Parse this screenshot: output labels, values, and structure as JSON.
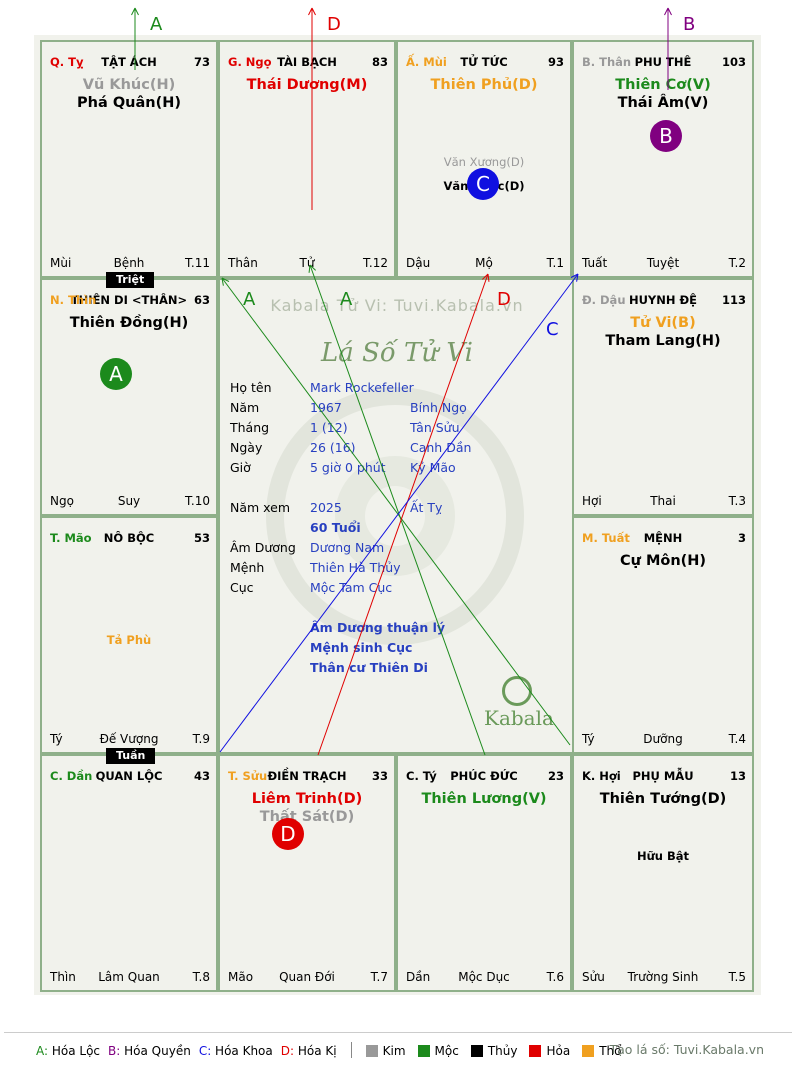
{
  "palaces": [
    {
      "id": "ty",
      "can": "Q. Tỵ",
      "can_color": "#e00000",
      "name": "TẬT ÁCH",
      "num": "73",
      "stars": [
        {
          "t": "Vũ Khúc(H)",
          "c": "#999999"
        },
        {
          "t": "Phá Quân(H)",
          "c": "#000000"
        }
      ],
      "minor": [],
      "bl": "Mùi",
      "bm": "Bệnh",
      "br": "T.11"
    },
    {
      "id": "ngo",
      "can": "G. Ngọ",
      "can_color": "#e00000",
      "name": "TÀI BẠCH",
      "num": "83",
      "stars": [
        {
          "t": "Thái Dương(M)",
          "c": "#e00000"
        }
      ],
      "minor": [],
      "bl": "Thân",
      "bm": "Tử",
      "br": "T.12"
    },
    {
      "id": "mui",
      "can": "Ấ. Mùi",
      "can_color": "#f0a020",
      "name": "TỬ TỨC",
      "num": "93",
      "stars": [
        {
          "t": "Thiên Phủ(D)",
          "c": "#f0a020"
        }
      ],
      "minor": [
        {
          "t": "Văn Xương(D)",
          "c": "#999999"
        },
        {
          "t": "Văn Khúc(D)",
          "c": "#000000"
        }
      ],
      "bl": "Dậu",
      "bm": "Mộ",
      "br": "T.1"
    },
    {
      "id": "than",
      "can": "B. Thân",
      "can_color": "#999999",
      "name": "PHU THÊ",
      "num": "103",
      "stars": [
        {
          "t": "Thiên Cơ(V)",
          "c": "#1c8a1c"
        },
        {
          "t": "Thái Âm(V)",
          "c": "#000000"
        }
      ],
      "minor": [],
      "bl": "Tuất",
      "bm": "Tuyệt",
      "br": "T.2"
    },
    {
      "id": "thin",
      "can": "N. Thìn",
      "can_color": "#f0a020",
      "name": "THIÊN DI <THÂN>",
      "num": "63",
      "stars": [
        {
          "t": "Thiên Đồng(H)",
          "c": "#000000"
        }
      ],
      "minor": [],
      "bl": "Ngọ",
      "bm": "Suy",
      "br": "T.10"
    },
    {
      "id": "dau",
      "can": "Đ. Dậu",
      "can_color": "#999999",
      "name": "HUYNH ĐỆ",
      "num": "113",
      "stars": [
        {
          "t": "Tử Vi(B)",
          "c": "#f0a020"
        },
        {
          "t": "Tham Lang(H)",
          "c": "#000000"
        }
      ],
      "minor": [],
      "bl": "Hợi",
      "bm": "Thai",
      "br": "T.3"
    },
    {
      "id": "mao",
      "can": "T. Mão",
      "can_color": "#1c8a1c",
      "name": "NÔ BỘC",
      "num": "53",
      "stars": [],
      "minor": [
        {
          "t": "Tả Phù",
          "c": "#f0a020"
        }
      ],
      "bl": "Tý",
      "bm": "Đế Vượng",
      "br": "T.9"
    },
    {
      "id": "tuat",
      "can": "M. Tuất",
      "can_color": "#f0a020",
      "name": "MỆNH",
      "num": "3",
      "stars": [
        {
          "t": "Cự Môn(H)",
          "c": "#000000"
        }
      ],
      "minor": [],
      "bl": "Tý",
      "bm": "Dưỡng",
      "br": "T.4"
    },
    {
      "id": "dan",
      "can": "C. Dần",
      "can_color": "#1c8a1c",
      "name": "QUAN LỘC",
      "num": "43",
      "stars": [],
      "minor": [],
      "bl": "Thìn",
      "bm": "Lâm Quan",
      "br": "T.8"
    },
    {
      "id": "suu",
      "can": "T. Sửu",
      "can_color": "#f0a020",
      "name": "ĐIỀN TRẠCH",
      "num": "33",
      "stars": [
        {
          "t": "Liêm Trinh(D)",
          "c": "#e00000"
        },
        {
          "t": "Thất Sát(D)",
          "c": "#999999"
        }
      ],
      "minor": [],
      "bl": "Mão",
      "bm": "Quan Đới",
      "br": "T.7"
    },
    {
      "id": "ty2",
      "can": "C. Tý",
      "can_color": "#000000",
      "name": "PHÚC ĐỨC",
      "num": "23",
      "stars": [
        {
          "t": "Thiên Lương(V)",
          "c": "#1c8a1c"
        }
      ],
      "minor": [],
      "bl": "Dần",
      "bm": "Mộc Dục",
      "br": "T.6"
    },
    {
      "id": "hoi",
      "can": "K. Hợi",
      "can_color": "#000000",
      "name": "PHỤ MẪU",
      "num": "13",
      "stars": [
        {
          "t": "Thiên Tướng(D)",
          "c": "#000000"
        }
      ],
      "minor": [
        {
          "t": "Hữu Bật",
          "c": "#000000"
        }
      ],
      "bl": "Sửu",
      "bm": "Trường Sinh",
      "br": "T.5"
    }
  ],
  "markers": [
    {
      "letter": "B",
      "color": "#800080"
    },
    {
      "letter": "C",
      "color": "#1010e0"
    },
    {
      "letter": "A",
      "color": "#1c8a1c"
    },
    {
      "letter": "D",
      "color": "#e00000"
    }
  ],
  "top_arrows": [
    {
      "letter": "A",
      "color": "#1c8a1c"
    },
    {
      "letter": "D",
      "color": "#e00000"
    },
    {
      "letter": "B",
      "color": "#800080"
    }
  ],
  "line_labels": [
    {
      "letter": "A",
      "color": "#1c8a1c"
    },
    {
      "letter": "A",
      "color": "#1c8a1c"
    },
    {
      "letter": "D",
      "color": "#e00000"
    },
    {
      "letter": "C",
      "color": "#1010e0"
    }
  ],
  "tags": {
    "triet": "Triệt",
    "tuan": "Tuần"
  },
  "center": {
    "watermark": "Kabala Tử Vi: Tuvi.Kabala.vn",
    "logo": "Lá Số Tử Vi",
    "kabala": "Kabala",
    "rows": [
      {
        "k": "Họ tên",
        "v": "Mark Rockefeller",
        "v2": ""
      },
      {
        "k": "Năm",
        "v": "1967",
        "v2": "Bính Ngọ"
      },
      {
        "k": "Tháng",
        "v": "1  (12)",
        "v2": "Tân Sửu"
      },
      {
        "k": "Ngày",
        "v": "26  (16)",
        "v2": "Canh Dần"
      },
      {
        "k": "Giờ",
        "v": "5 giờ 0 phút",
        "v2": "Kỷ Mão"
      }
    ],
    "nam_xem": {
      "k": "Năm xem",
      "v": "2025",
      "v2": "Ất Tỵ"
    },
    "tuoi": "60 Tuổi",
    "rows2": [
      {
        "k": "Âm Dương",
        "v": "Dương Nam"
      },
      {
        "k": "Mệnh",
        "v": "Thiên Hà Thủy"
      },
      {
        "k": "Cục",
        "v": "Mộc Tam Cục"
      }
    ],
    "notes": [
      "Âm Dương thuận lý",
      "Mệnh sinh Cục",
      "Thân cư Thiên Di"
    ]
  },
  "legend": {
    "a": "A: Hóa Lộc",
    "b": "B: Hóa Quyền",
    "c": "C: Hóa Khoa",
    "d": "D: Hóa Kị",
    "elements": [
      {
        "name": "Kim",
        "color": "#999999"
      },
      {
        "name": "Mộc",
        "color": "#1c8a1c"
      },
      {
        "name": "Thủy",
        "color": "#000000"
      },
      {
        "name": "Hỏa",
        "color": "#e00000"
      },
      {
        "name": "Thổ",
        "color": "#f0a020"
      }
    ],
    "site": "Tạo lá số: Tuvi.Kabala.vn"
  }
}
